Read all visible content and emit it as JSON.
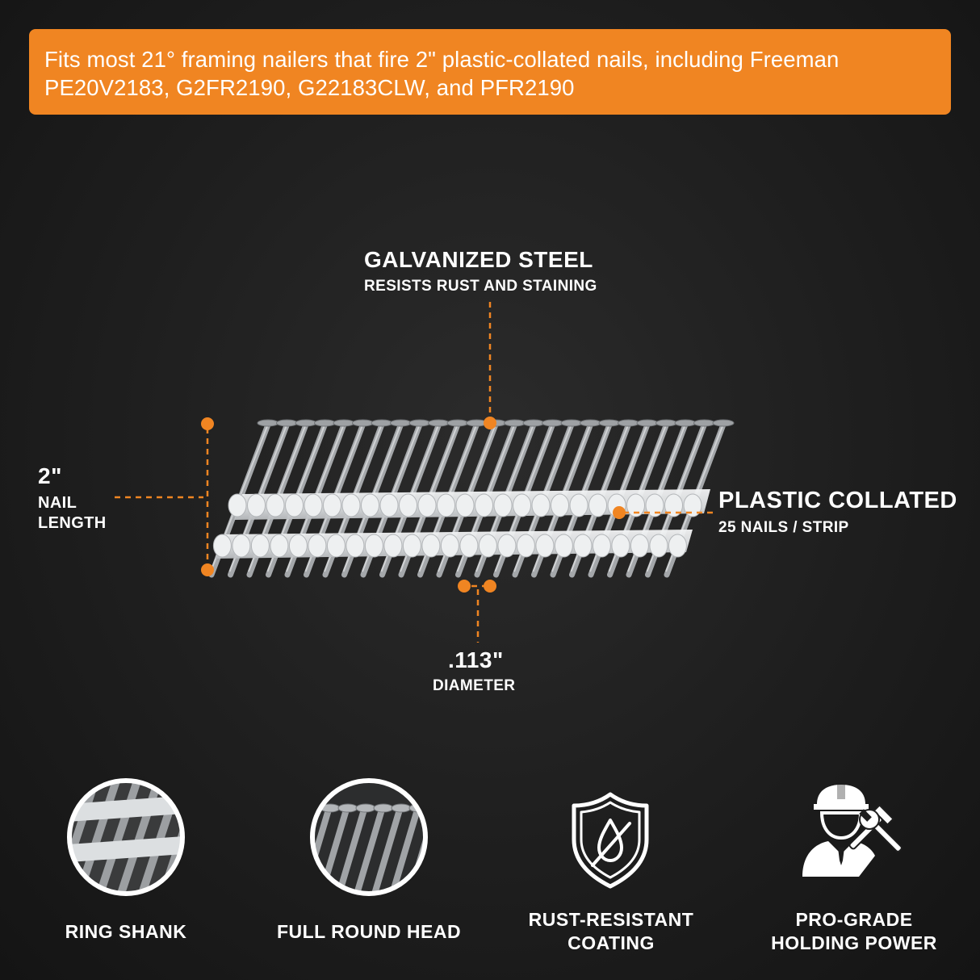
{
  "banner": {
    "line1": "Fits most 21° framing nailers that fire 2\" plastic-collated nails, including Freeman",
    "line2": "PE20V2183, G2FR2190, G22183CLW, and PFR2190"
  },
  "callouts": {
    "galvanized": {
      "title": "GALVANIZED STEEL",
      "subtitle": "RESISTS RUST AND STAINING"
    },
    "length": {
      "title": "2\"",
      "line1": "NAIL",
      "line2": "LENGTH"
    },
    "collated": {
      "title": "PLASTIC COLLATED",
      "subtitle": "25 NAILS / STRIP"
    },
    "diameter": {
      "title": ".113\"",
      "subtitle": "DIAMETER"
    }
  },
  "features": [
    {
      "icon": "ring-shank-icon",
      "line1": "RING SHANK"
    },
    {
      "icon": "full-round-head-icon",
      "line1": "FULL ROUND HEAD"
    },
    {
      "icon": "rust-shield-icon",
      "line1": "RUST-RESISTANT",
      "line2": "COATING"
    },
    {
      "icon": "worker-tools-icon",
      "line1": "PRO-GRADE",
      "line2": "HOLDING POWER"
    }
  ],
  "colors": {
    "accent": "#f08522",
    "background": "#1e1e1e",
    "nail": "#a9acae",
    "plastic": "#e4e6e8"
  }
}
